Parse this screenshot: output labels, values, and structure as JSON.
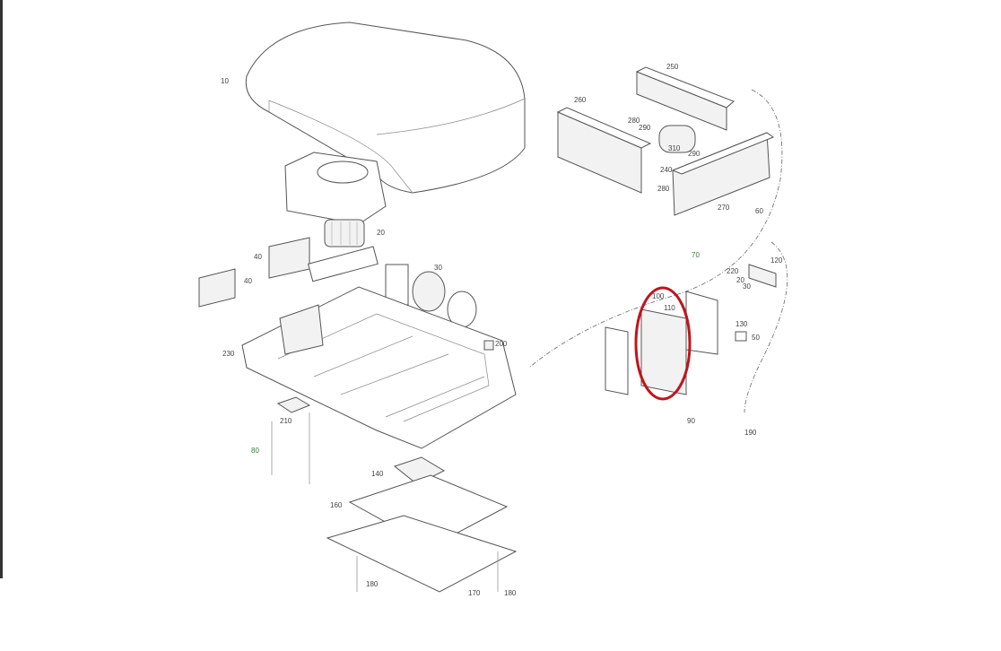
{
  "diagram": {
    "labels": {
      "cover": "10",
      "blower_motor": "20",
      "blower_wheel": "30",
      "grille_a": "40",
      "grille_b": "40",
      "base": "230",
      "pad": "210",
      "screws": "80",
      "plug": "200",
      "duct": "140",
      "gasket": "160",
      "ceiling_plate": "170",
      "bolt_a": "180",
      "bolt_b": "180",
      "coil_rear": "250",
      "coil_left": "260",
      "tube_a": "280",
      "tube_b": "290",
      "compressor": "310",
      "bracket": "240",
      "tube_c": "280",
      "tube_d": "290",
      "coil_right": "270",
      "clip": "60",
      "thermistor": "70",
      "cover_box": "120",
      "relay": "220",
      "cap_a": "20",
      "cap_b": "30",
      "control_board": "100",
      "fuse": "110",
      "screw_small": "130",
      "capacitor": "50",
      "control_box": "90",
      "harness": "190"
    },
    "highlight_color": "#c0141c"
  }
}
